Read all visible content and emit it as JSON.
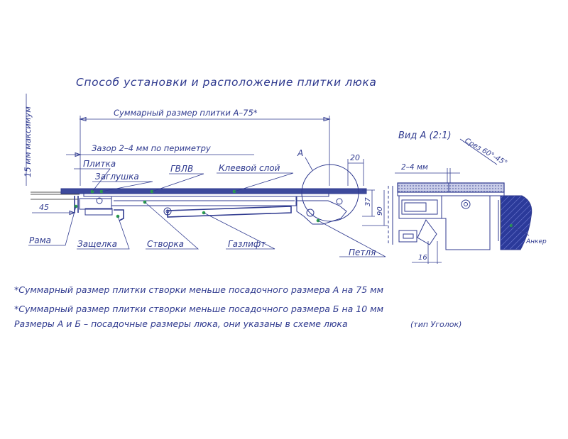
{
  "title": "Способ установки и расположение плитки люка",
  "vertical_label": "15 мм максимум",
  "dimensions": {
    "total_tile": "Суммарный размер плитки А–75*",
    "gap": "Зазор 2–4 мм по периметру",
    "d20": "20",
    "d37": "37",
    "d90": "90",
    "d45": "45",
    "detail_gap": "2–4 мм",
    "detail_16": "16",
    "detail_angle": "Срез 60°-45°"
  },
  "labels": {
    "plitka": "Плитка",
    "zaglushka": "Заглушка",
    "gvlv": "ГВЛВ",
    "kleevoy": "Клеевой слой",
    "a_marker": "А",
    "rama": "Рама",
    "zashchelka": "Защелка",
    "stvorka": "Створка",
    "gazlift": "Газлифт",
    "petlya": "Петля",
    "vid_a": "Вид А (2:1)",
    "anker": "Анкер"
  },
  "notes": [
    "*Суммарный размер плитки створки меньше посадочного размера А на 75 мм",
    "*Суммарный размер плитки створки меньше посадочного размера Б на 10 мм",
    "Размеры А и Б – посадочные размеры люка, они указаны в схеме люка",
    "(тип Уголок)"
  ],
  "colors": {
    "ink": "#2f3a8f",
    "panel": "#3d4a9c",
    "marker": "#2aa04a",
    "wall": "#2b3a9a"
  }
}
